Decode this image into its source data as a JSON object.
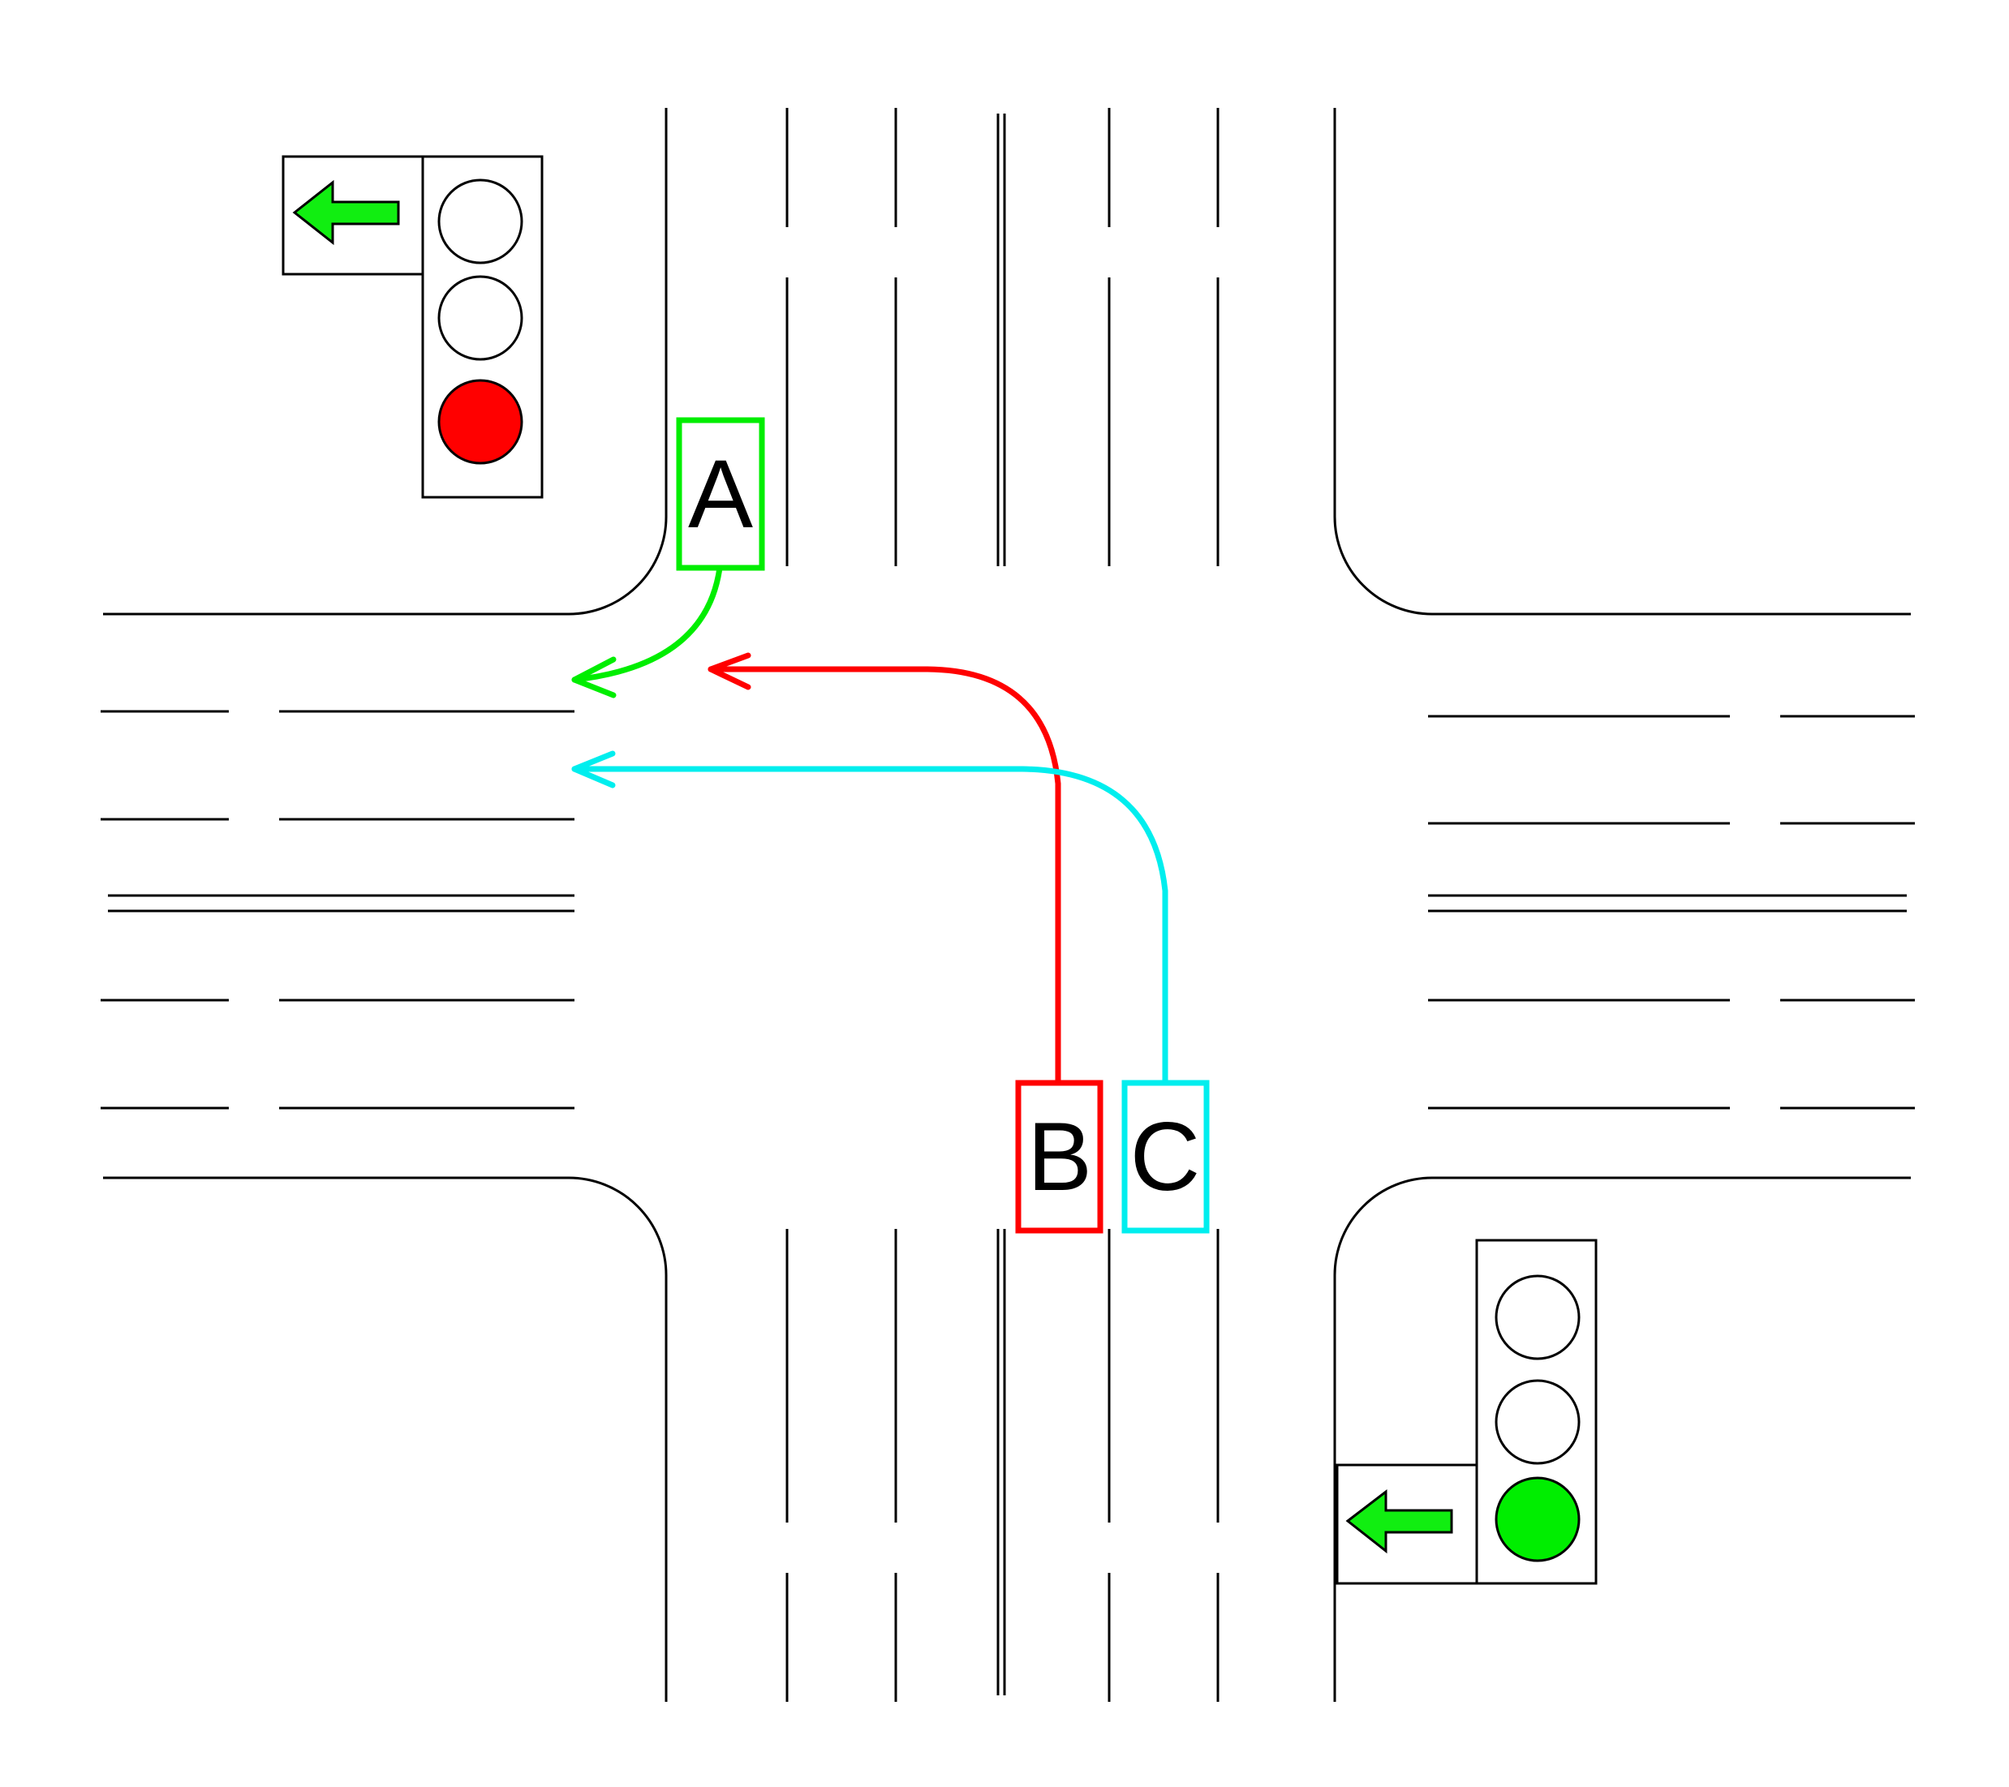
{
  "colors": {
    "green": "#00ee00",
    "red": "#ff0000",
    "cyan": "#00eeee",
    "lamp_off": "#ffffff",
    "arrow_green": "#11ee11"
  },
  "vehicles": [
    {
      "id": "A",
      "label": "A",
      "color": "#00ee00",
      "maneuver": "right-turn"
    },
    {
      "id": "B",
      "label": "B",
      "color": "#ff0000",
      "maneuver": "left-turn"
    },
    {
      "id": "C",
      "label": "C",
      "color": "#00eeee",
      "maneuver": "left-turn"
    }
  ],
  "signals": [
    {
      "id": "northwest",
      "lamps": [
        "off",
        "off",
        "red"
      ],
      "arrow": "left-arrow",
      "arrow_color": "#11ee11"
    },
    {
      "id": "southeast",
      "lamps": [
        "off",
        "off",
        "green"
      ],
      "arrow": "left-arrow",
      "arrow_color": "#11ee11"
    }
  ]
}
